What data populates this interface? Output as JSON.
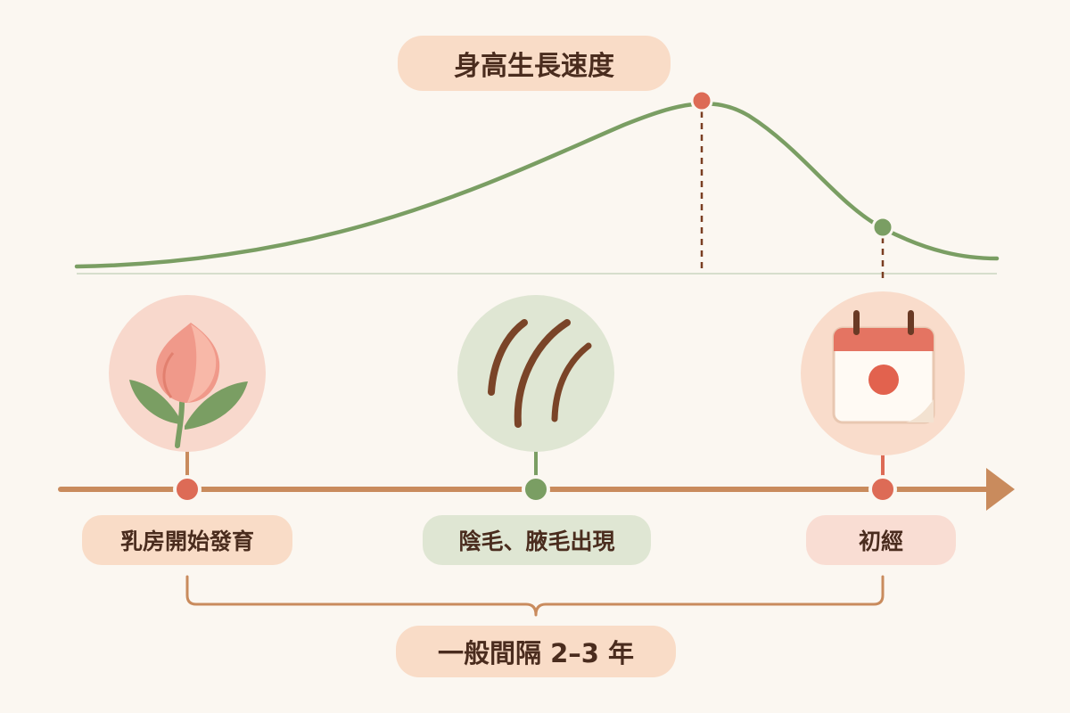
{
  "title": "身高生長速度",
  "milestones": [
    {
      "label": "乳房開始發育",
      "icon": "flower-bud-icon"
    },
    {
      "label": "陰毛、腋毛出現",
      "icon": "hair-strands-icon"
    },
    {
      "label": "初經",
      "icon": "calendar-icon"
    }
  ],
  "interval_label": "一般間隔 2–3 年",
  "colors": {
    "background": "#fbf7f1",
    "curve": "#7a9e63",
    "timeline": "#c98b5d",
    "accent_red": "#dd6b56",
    "accent_green": "#7a9e63",
    "text": "#4a2c1e"
  }
}
